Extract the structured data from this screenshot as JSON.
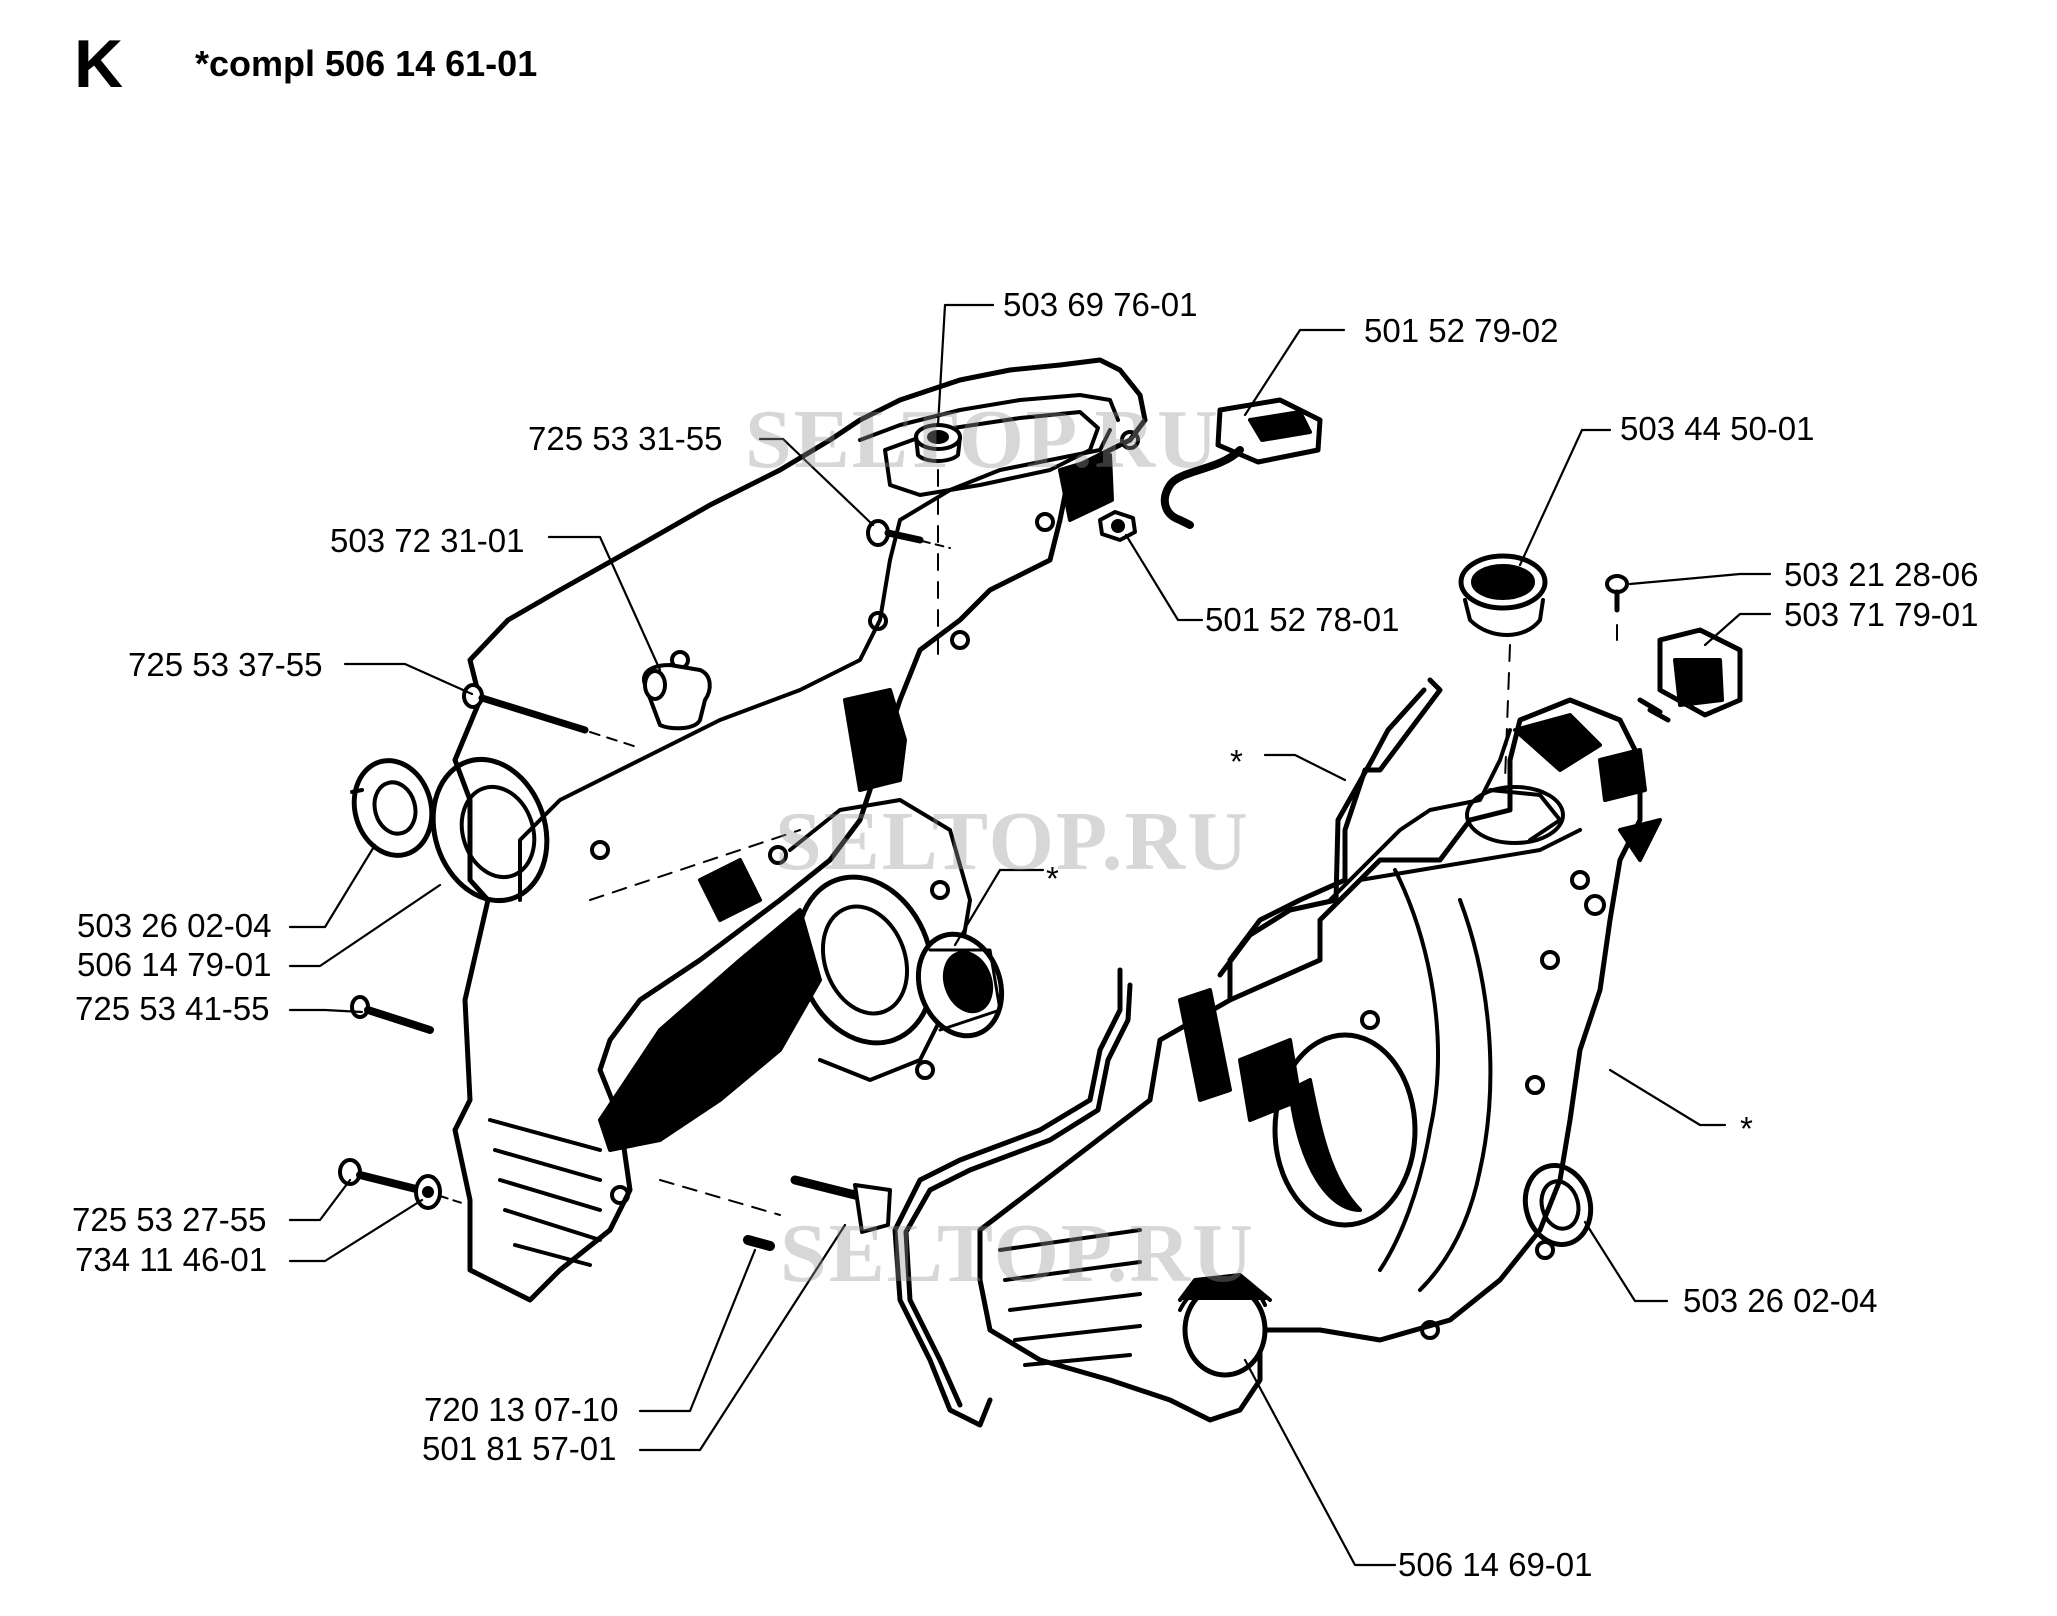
{
  "header": {
    "section_letter": "K",
    "assembly_note": "*compl 506 14 61-01"
  },
  "watermark": "SELTOP.RU",
  "callouts": {
    "c1": "503 69 76-01",
    "c2": "501 52 79-02",
    "c3": "725 53 31-55",
    "c4": "503 44 50-01",
    "c5": "503 72 31-01",
    "c6": "503 21 28-06",
    "c7": "501 52 78-01",
    "c8": "503 71 79-01",
    "c9": "725 53 37-55",
    "c10": "*",
    "c11": "*",
    "c12": "503 26 02-04",
    "c13": "506 14 79-01",
    "c14": "725 53 41-55",
    "c15": "*",
    "c16": "725 53 27-55",
    "c17": "734 11 46-01",
    "c18": "503 26 02-04",
    "c19": "720 13 07-10",
    "c20": "501 81 57-01",
    "c21": "506 14 69-01"
  }
}
